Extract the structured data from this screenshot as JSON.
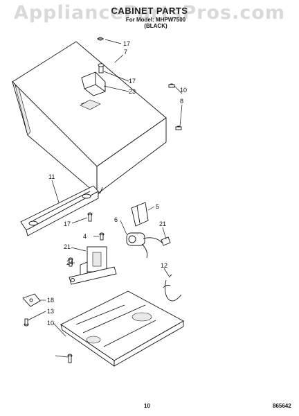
{
  "header": {
    "watermark": "AppliancePartsPros.com",
    "title": "CABINET PARTS",
    "subtitle": "For Model: MHPW7500",
    "color": "(BLACK)"
  },
  "callouts": [
    "17",
    "7",
    "17",
    "23",
    "10",
    "8",
    "11",
    "5",
    "6",
    "21",
    "17",
    "4",
    "21",
    "24",
    "12",
    "18",
    "13",
    "10"
  ],
  "footer": {
    "page_number": "10",
    "doc_number": "865642"
  }
}
